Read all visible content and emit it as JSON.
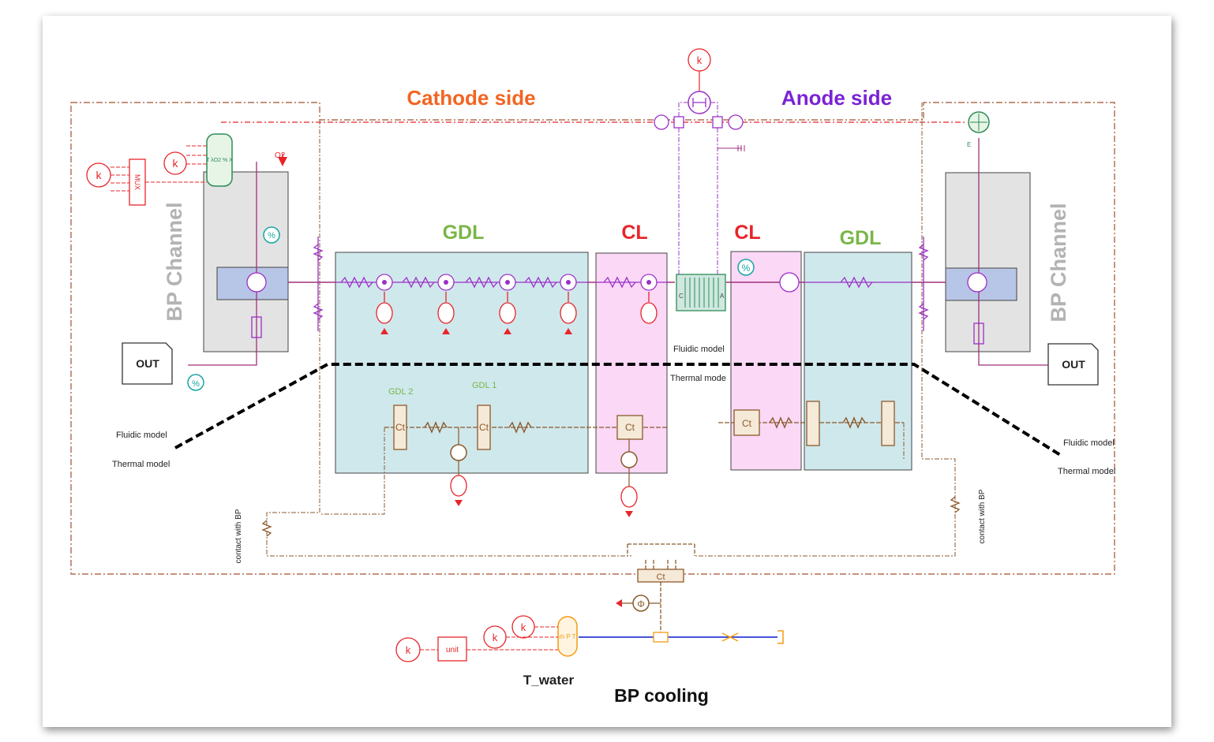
{
  "labels": {
    "cathode_side": "Cathode side",
    "anode_side": "Anode side",
    "gdl_left": "GDL",
    "cl_left": "CL",
    "cl_right": "CL",
    "gdl_right": "GDL",
    "bp_channel_left": "BP Channel",
    "bp_channel_right": "BP Channel",
    "out_left": "OUT",
    "out_right": "OUT",
    "gdl2": "GDL 2",
    "gdl1": "GDL 1",
    "fluidic_model_center": "Fluidic model",
    "thermal_model_center": "Thermal mode",
    "fluidic_model_left": "Fluidic model",
    "thermal_model_left": "Thermal model",
    "fluidic_model_right": "Fluidic model",
    "thermal_model_right": "Thermal model",
    "contact_bp_left": "contact with BP",
    "contact_bp_right": "contact with BP",
    "t_water": "T_water",
    "bp_cooling": "BP cooling",
    "mux": "MUX",
    "unit": "unit",
    "k": "k",
    "ct": "Ct",
    "percent": "%",
    "phi": "Φ",
    "mpt": "ṁ P T",
    "c_port": "C",
    "a_port": "A",
    "e_port": "E",
    "o2": "O2",
    "gas_block": "T λO2 % X"
  },
  "colors": {
    "cathode": "#f26522",
    "anode": "#7a22d6",
    "gdl": "#7ab648",
    "cl": "#e8252a",
    "bp_text": "#b3b3b3",
    "gdl_fill": "#cfe8ec",
    "cl_fill": "#fad8f6",
    "bp_fill": "#e3e3e3",
    "channel_fill": "#b7c5e6",
    "source_red": "#e8252a",
    "thermal_brown": "#8b5a2b",
    "fluid_purple": "#9b30c8",
    "line_purple": "#a0307a",
    "teal": "#18a5a5",
    "cooling_blue": "#2b3bd6",
    "cooling_orange": "#f39c12"
  }
}
